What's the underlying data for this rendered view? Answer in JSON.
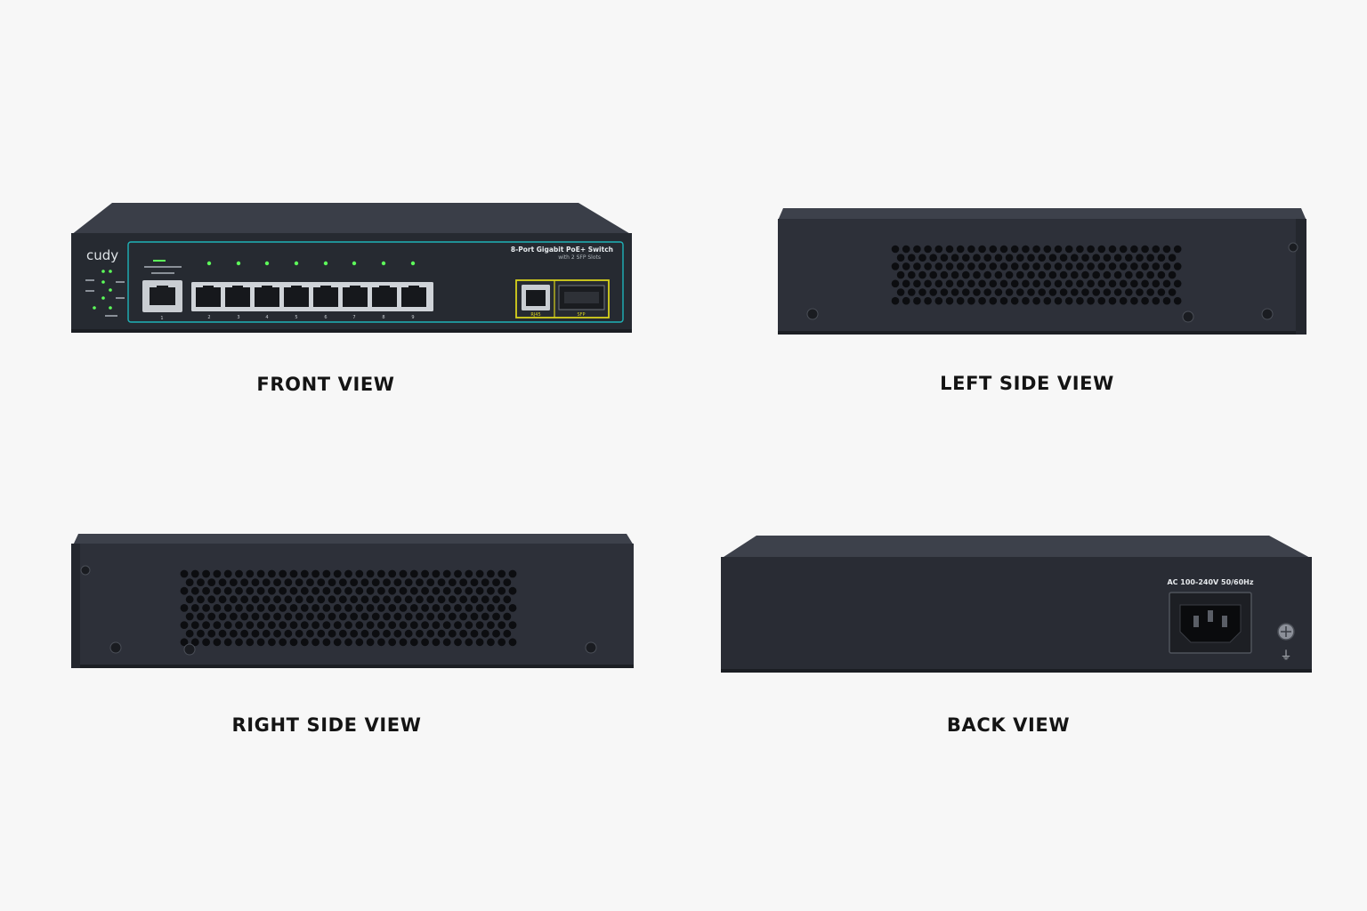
{
  "front": {
    "caption": "FRONT VIEW",
    "brand": "cudy",
    "model_title": "8-Port Gigabit PoE+ Switch",
    "model_subtitle": "with 2 SFP Slots",
    "console_port_number": "1",
    "port_numbers": [
      "2",
      "3",
      "4",
      "5",
      "6",
      "7",
      "8",
      "9"
    ],
    "uplink_labels": [
      "RJ45",
      "SFP"
    ],
    "accent_color": "#1fb3b8",
    "uplink_frame_color": "#d7d21c",
    "led_color": "#5dff5a"
  },
  "left_side": {
    "caption": "LEFT SIDE VIEW"
  },
  "right_side": {
    "caption": "RIGHT SIDE VIEW"
  },
  "back": {
    "caption": "BACK VIEW",
    "power_rating": "AC 100-240V 50/60Hz",
    "ground_symbol": "⏚"
  },
  "colors": {
    "chassis": "#2d3039",
    "chassis_top": "#3b3f49",
    "vent_hole": "#0c0d10"
  }
}
